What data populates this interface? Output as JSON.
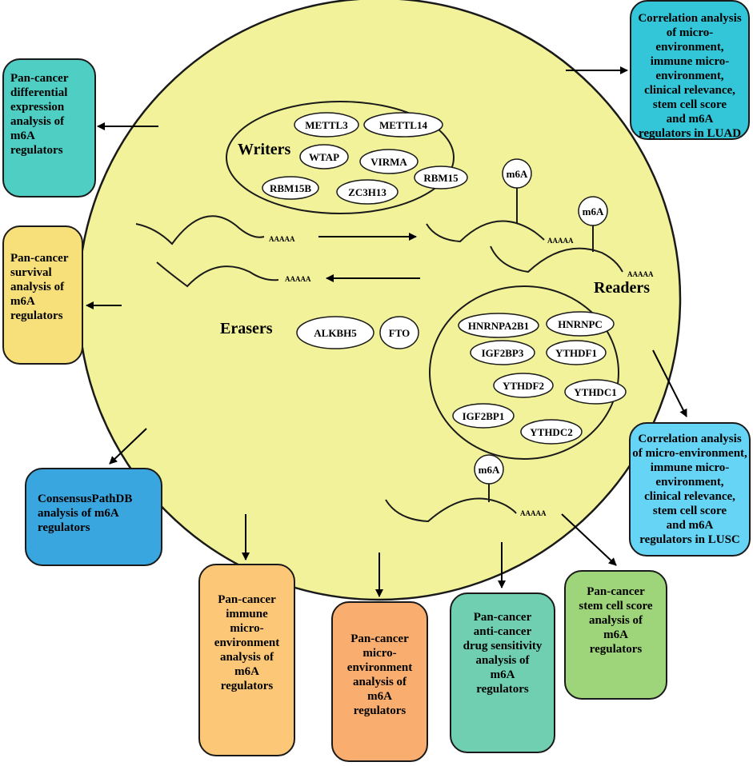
{
  "groups": {
    "writers": {
      "title": "Writers",
      "items": [
        "METTL3",
        "METTL14",
        "WTAP",
        "VIRMA",
        "RBM15B",
        "ZC3H13",
        "RBM15"
      ]
    },
    "readers": {
      "title": "Readers",
      "items": [
        "HNRNPA2B1",
        "HNRNPC",
        "IGF2BP3",
        "YTHDF1",
        "YTHDF2",
        "YTHDC1",
        "IGF2BP1",
        "YTHDC2"
      ]
    },
    "erasers": {
      "title": "Erasers",
      "items": [
        "ALKBH5",
        "FTO"
      ]
    }
  },
  "rna": {
    "poly_a": "AAAAA",
    "mod_label": "m6A"
  },
  "analyses": {
    "diff_expression": "Pan-cancer\ndifferential\nexpression\nanalysis of\nm6A\nregulators",
    "survival": "Pan-cancer\nsurvival\nanalysis of\nm6A\nregulators",
    "consensus": "ConsensusPathDB\nanalysis of m6A\nregulators",
    "immune": "Pan-cancer\nimmune\nmicro-\nenvironment\nanalysis of\nm6A\nregulators",
    "micro": "Pan-cancer\nmicro-\nenvironment\nanalysis of\nm6A\nregulators",
    "drug": "Pan-cancer\nanti-cancer\ndrug sensitivity\nanalysis of\nm6A\nregulators",
    "stem": "Pan-cancer\nstem cell score\nanalysis of\nm6A\nregulators",
    "luad": "Correlation analysis\nof micro-environment,\nimmune micro-\nenvironment,\nclinical relevance,\nstem cell score\nand m6A\nregulators in LUAD",
    "lusc": "Correlation analysis\nof micro-environment,\nimmune micro-\nenvironment,\nclinical relevance,\nstem cell score\nand m6A\nregulators in LUSC"
  },
  "colors": {
    "circle": "#f2f29a",
    "diff_expression": "#4fcfc4",
    "survival": "#f7e07a",
    "consensus": "#3aa6e0",
    "immune": "#fcc878",
    "micro": "#f9ad6e",
    "drug": "#6fcfb0",
    "stem": "#9ed47a",
    "luad": "#33c6d8",
    "lusc": "#66d4f4"
  }
}
